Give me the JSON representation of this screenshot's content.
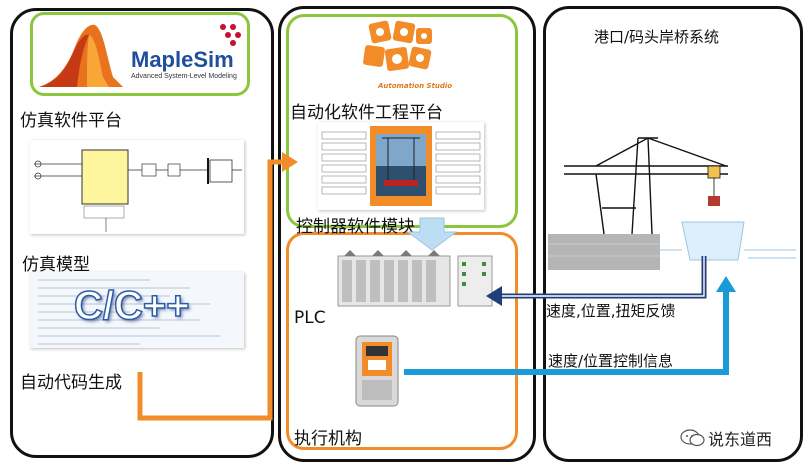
{
  "left_panel": {
    "logo_text": "MapleSim",
    "logo_tagline": "Advanced System-Level Modeling",
    "platform_label": "仿真软件平台",
    "model_label": "仿真模型",
    "code_logo": "C/C++",
    "codegen_label": "自动代码生成"
  },
  "middle_panel": {
    "logo_caption": "Automation Studio",
    "platform_label": "自动化软件工程平台",
    "module_label": "控制器软件模块",
    "plc_label": "PLC",
    "actuator_label": "执行机构"
  },
  "right_panel": {
    "title": "港口/码头岸桥系统"
  },
  "arrows": {
    "feedback_label": "速度,位置,扭矩反馈",
    "control_label": "速度/位置控制信息"
  },
  "watermark": "说东道西",
  "colors": {
    "orange": "#F28C28",
    "green": "#8CC63F",
    "blue": "#1A9BD7",
    "navy": "#1F3E7A",
    "light_blue": "#BDDDF2"
  }
}
